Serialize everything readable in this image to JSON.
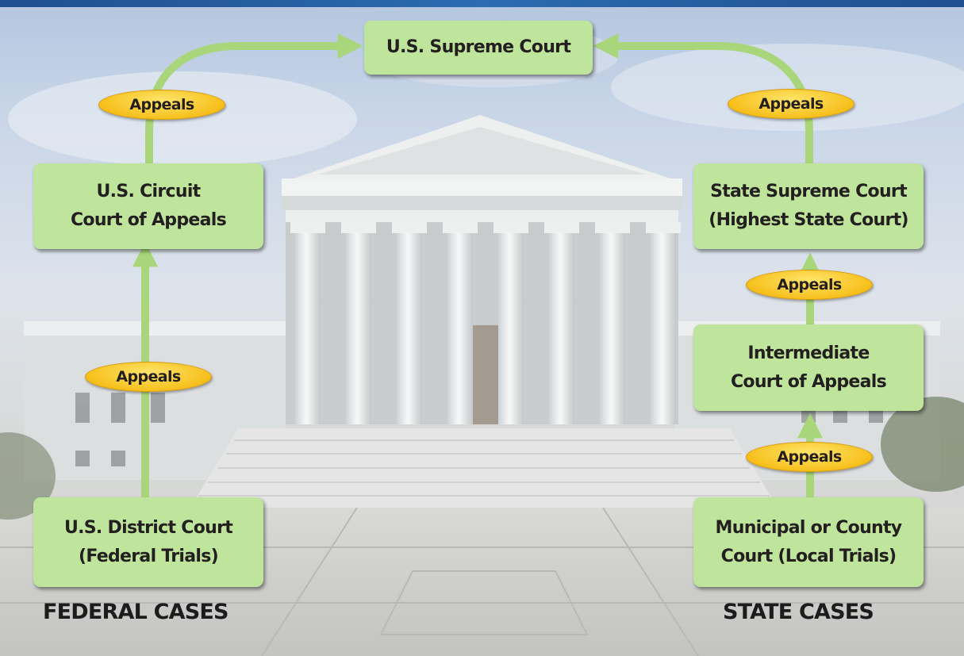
{
  "courts": {
    "supreme": "U.S. Supreme Court",
    "circuit": "U.S. Circuit\nCourt of Appeals",
    "district": "U.S. District Court\n(Federal Trials)",
    "state_supreme": "State Supreme Court\n(Highest State Court)",
    "intermediate": "Intermediate\nCourt of Appeals",
    "municipal": "Municipal or County\nCourt (Local Trials)"
  },
  "appeals": {
    "federal_upper": "Appeals",
    "federal_lower": "Appeals",
    "state_upper": "Appeals",
    "state_middle": "Appeals",
    "state_lower": "Appeals"
  },
  "captions": {
    "federal": "FEDERAL CASES",
    "state": "STATE CASES"
  },
  "colors": {
    "box": "#bfe49b",
    "connector": "#a9d67a",
    "pill": "#f6c01c",
    "top_bar": "#2b6bb0"
  }
}
